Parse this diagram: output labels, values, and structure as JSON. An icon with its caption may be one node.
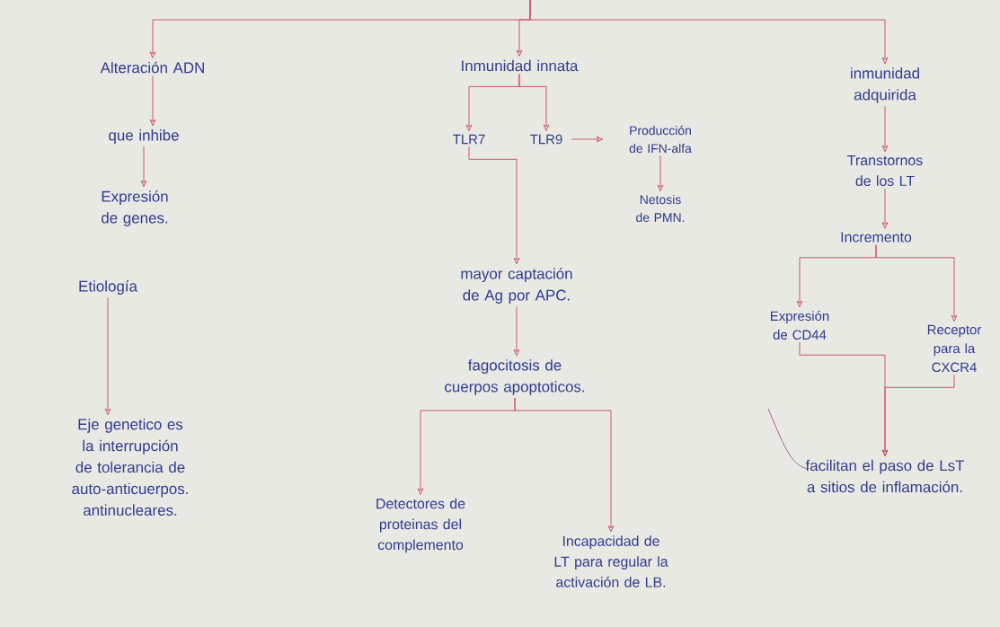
{
  "diagram": {
    "nodes": [
      {
        "text": [
          "Alteración ADN"
        ]
      },
      {
        "text": [
          "que inhibe"
        ]
      },
      {
        "text": [
          "Expresión de genes."
        ]
      },
      {
        "text": [
          "Etiología"
        ]
      },
      {
        "text": [
          "Eje genetico es la interrupción de tolerancia de auto-anticuerpos. antinucleares."
        ]
      },
      {
        "text": [
          "Inmunidad innata"
        ]
      },
      {
        "text": [
          "TLR7"
        ]
      },
      {
        "text": [
          "TLR9"
        ]
      },
      {
        "text": [
          "Producción de IFN-alfa"
        ]
      },
      {
        "text": [
          "Netosis de PMN."
        ]
      },
      {
        "text": [
          "mayor captación de Ag por APC."
        ]
      },
      {
        "text": [
          "fagocitosis de cuerpos apoptoticos."
        ]
      },
      {
        "text": [
          "Detectores de proteinas del complemento"
        ]
      },
      {
        "text": [
          "Incapacidad de LT para regular la activación de LB."
        ]
      },
      {
        "text": [
          "inmunidad adquirida"
        ]
      },
      {
        "text": [
          "Transtornos de los LT"
        ]
      },
      {
        "text": [
          "Incremento"
        ]
      },
      {
        "text": [
          "Expresión de CD44"
        ]
      },
      {
        "text": [
          "Receptor para la CXCR4"
        ]
      },
      {
        "text": [
          "facilitan el paso de LsT a sitios de inflamación."
        ]
      }
    ],
    "edges": [
      {
        "from": null,
        "to": 0,
        "arrow": "to"
      },
      {
        "from": null,
        "to": 5,
        "arrow": "to"
      },
      {
        "from": null,
        "to": 14,
        "arrow": "to"
      },
      {
        "from": 0,
        "to": 1,
        "arrow": "to"
      },
      {
        "from": 1,
        "to": 2,
        "arrow": "to"
      },
      {
        "from": 3,
        "to": 4,
        "arrow": "to"
      },
      {
        "from": 5,
        "to": 6,
        "arrow": "to"
      },
      {
        "from": 5,
        "to": 7,
        "arrow": "to"
      },
      {
        "from": 7,
        "to": 8,
        "arrow": "to"
      },
      {
        "from": 8,
        "to": 9,
        "arrow": "to"
      },
      {
        "from": 6,
        "to": 10,
        "arrow": "to"
      },
      {
        "from": 10,
        "to": 11,
        "arrow": "to"
      },
      {
        "from": 11,
        "to": 12,
        "arrow": "to"
      },
      {
        "from": 11,
        "to": 13,
        "arrow": "to"
      },
      {
        "from": 14,
        "to": 15,
        "arrow": "to"
      },
      {
        "from": 15,
        "to": 16,
        "arrow": "to"
      },
      {
        "from": 16,
        "to": 17,
        "arrow": "to"
      },
      {
        "from": 16,
        "to": 18,
        "arrow": "to"
      },
      {
        "from": 17,
        "to": 19,
        "arrow": "to"
      },
      {
        "from": 18,
        "to": 19,
        "arrow": "to"
      }
    ]
  }
}
